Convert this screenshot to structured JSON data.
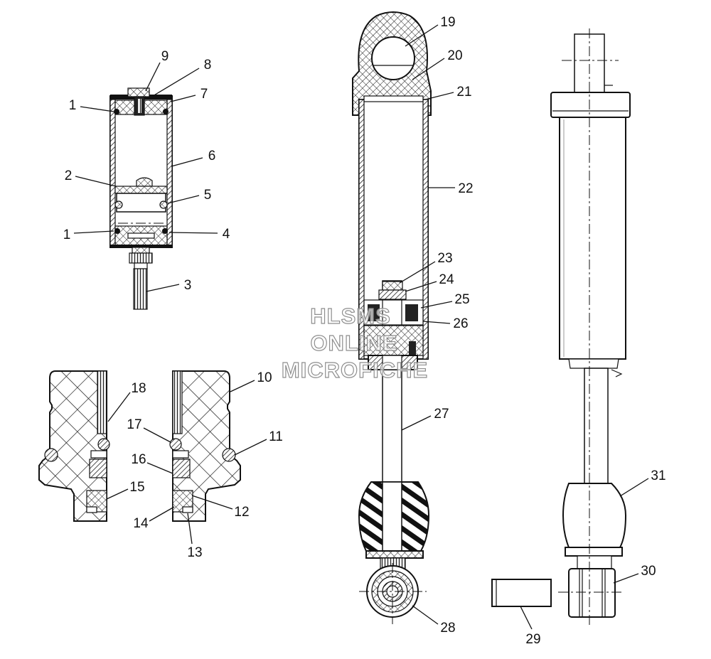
{
  "figure": {
    "reservoir_callouts": [
      "9",
      "8",
      "7",
      "1",
      "6",
      "2",
      "5",
      "1",
      "4",
      "3"
    ],
    "detail_callouts": [
      "18",
      "10",
      "17",
      "11",
      "16",
      "15",
      "12",
      "14",
      "13"
    ],
    "shock_callouts": [
      "19",
      "20",
      "21",
      "22",
      "23",
      "24",
      "25",
      "26",
      "27",
      "28"
    ],
    "assembly_callouts": [
      "31",
      "30",
      "29"
    ]
  },
  "watermark": [
    "HLSMS",
    "ONLINE",
    "MICROFICHE"
  ],
  "colors": {
    "line": "#111111",
    "watermark": "#8e8e8e",
    "background": "#ffffff"
  }
}
